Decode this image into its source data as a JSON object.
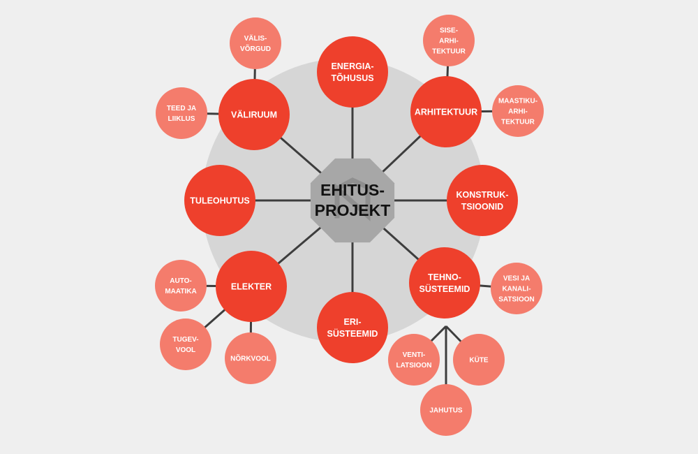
{
  "center": {
    "lines": [
      "EHITUS-",
      "PROJEKT"
    ]
  },
  "colors": {
    "background": "#efefef",
    "halo": "#d6d6d6",
    "center_fill": "#a7a7a7",
    "center_logo": "#8f8f8f",
    "main_node": "#ee402c",
    "sub_node": "#f47c6c",
    "connector": "#3d3d3d",
    "label": "#ffffff",
    "center_text": "#111111"
  },
  "main_nodes": [
    {
      "id": "energiatohusus",
      "lines": [
        "ENERGIA-",
        "TÕHUSUS"
      ]
    },
    {
      "id": "arhitektuur",
      "lines": [
        "ARHITEKTUUR"
      ]
    },
    {
      "id": "konstruktsioonid",
      "lines": [
        "KONSTRUK-",
        "TSIOONID"
      ]
    },
    {
      "id": "tehnosusteemid",
      "lines": [
        "TEHNO-",
        "SÜSTEEMID"
      ]
    },
    {
      "id": "erisusteemid",
      "lines": [
        "ERI-",
        "SÜSTEEMID"
      ]
    },
    {
      "id": "elekter",
      "lines": [
        "ELEKTER"
      ]
    },
    {
      "id": "tuleohutus",
      "lines": [
        "TULEOHUTUS"
      ]
    },
    {
      "id": "valiruum",
      "lines": [
        "VÄLIRUUM"
      ]
    }
  ],
  "sub_nodes": [
    {
      "id": "valisvorgud",
      "parent": "valiruum",
      "lines": [
        "VÄLIS-",
        "VÕRGUD"
      ]
    },
    {
      "id": "teed-ja-liiklus",
      "parent": "valiruum",
      "lines": [
        "TEED JA",
        "LIIKLUS"
      ]
    },
    {
      "id": "sisearhitektuur",
      "parent": "arhitektuur",
      "lines": [
        "SISE-",
        "ARHI-",
        "TEKTUUR"
      ]
    },
    {
      "id": "maastikuarhitektuur",
      "parent": "arhitektuur",
      "lines": [
        "MAASTIKU-",
        "ARHI-",
        "TEKTUUR"
      ]
    },
    {
      "id": "vesi-ja-kanalisatsioon",
      "parent": "tehnosusteemid",
      "lines": [
        "VESI JA",
        "KANALI-",
        "SATSIOON"
      ]
    },
    {
      "id": "ventilatsioon",
      "parent": "tehnosusteemid",
      "lines": [
        "VENTI-",
        "LATSIOON"
      ]
    },
    {
      "id": "kute",
      "parent": "tehnosusteemid",
      "lines": [
        "KÜTE"
      ]
    },
    {
      "id": "jahutus",
      "parent": "tehnosusteemid",
      "lines": [
        "JAHUTUS"
      ]
    },
    {
      "id": "automaatika",
      "parent": "elekter",
      "lines": [
        "AUTO-",
        "MAATIKA"
      ]
    },
    {
      "id": "tugevvool",
      "parent": "elekter",
      "lines": [
        "TUGEV-",
        "VOOL"
      ]
    },
    {
      "id": "norkvool",
      "parent": "elekter",
      "lines": [
        "NÕRKVOOL"
      ]
    }
  ]
}
